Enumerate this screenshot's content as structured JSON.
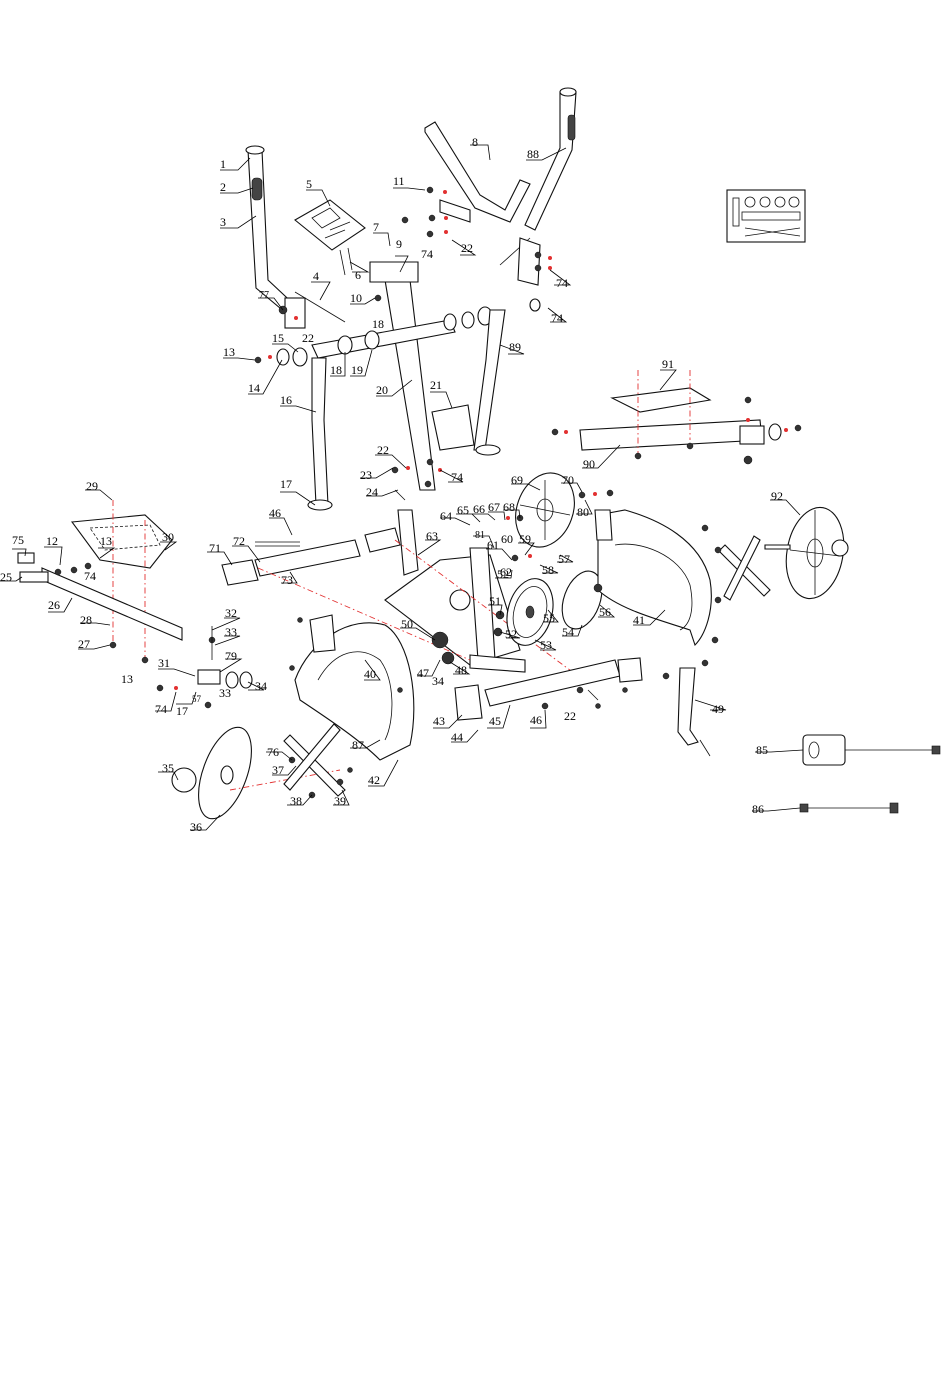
{
  "diagram": {
    "part_labels": [
      "1",
      "2",
      "3",
      "4",
      "5",
      "6",
      "7",
      "8",
      "9",
      "10",
      "11",
      "12",
      "13",
      "14",
      "15",
      "16",
      "17",
      "18",
      "19",
      "20",
      "21",
      "22",
      "23",
      "24",
      "25",
      "26",
      "27",
      "28",
      "29",
      "30",
      "31",
      "32",
      "33",
      "34",
      "35",
      "36",
      "37",
      "38",
      "39",
      "40",
      "41",
      "42",
      "43",
      "44",
      "45",
      "46",
      "47",
      "48",
      "49",
      "50",
      "51",
      "52",
      "53",
      "54",
      "55",
      "56",
      "57",
      "58",
      "59",
      "60",
      "61",
      "62",
      "63",
      "64",
      "65",
      "66",
      "67",
      "68",
      "69",
      "70",
      "71",
      "72",
      "73",
      "74",
      "75",
      "76",
      "77",
      "79",
      "80",
      "81",
      "85",
      "86",
      "87",
      "88",
      "89",
      "90",
      "91",
      "92"
    ]
  }
}
